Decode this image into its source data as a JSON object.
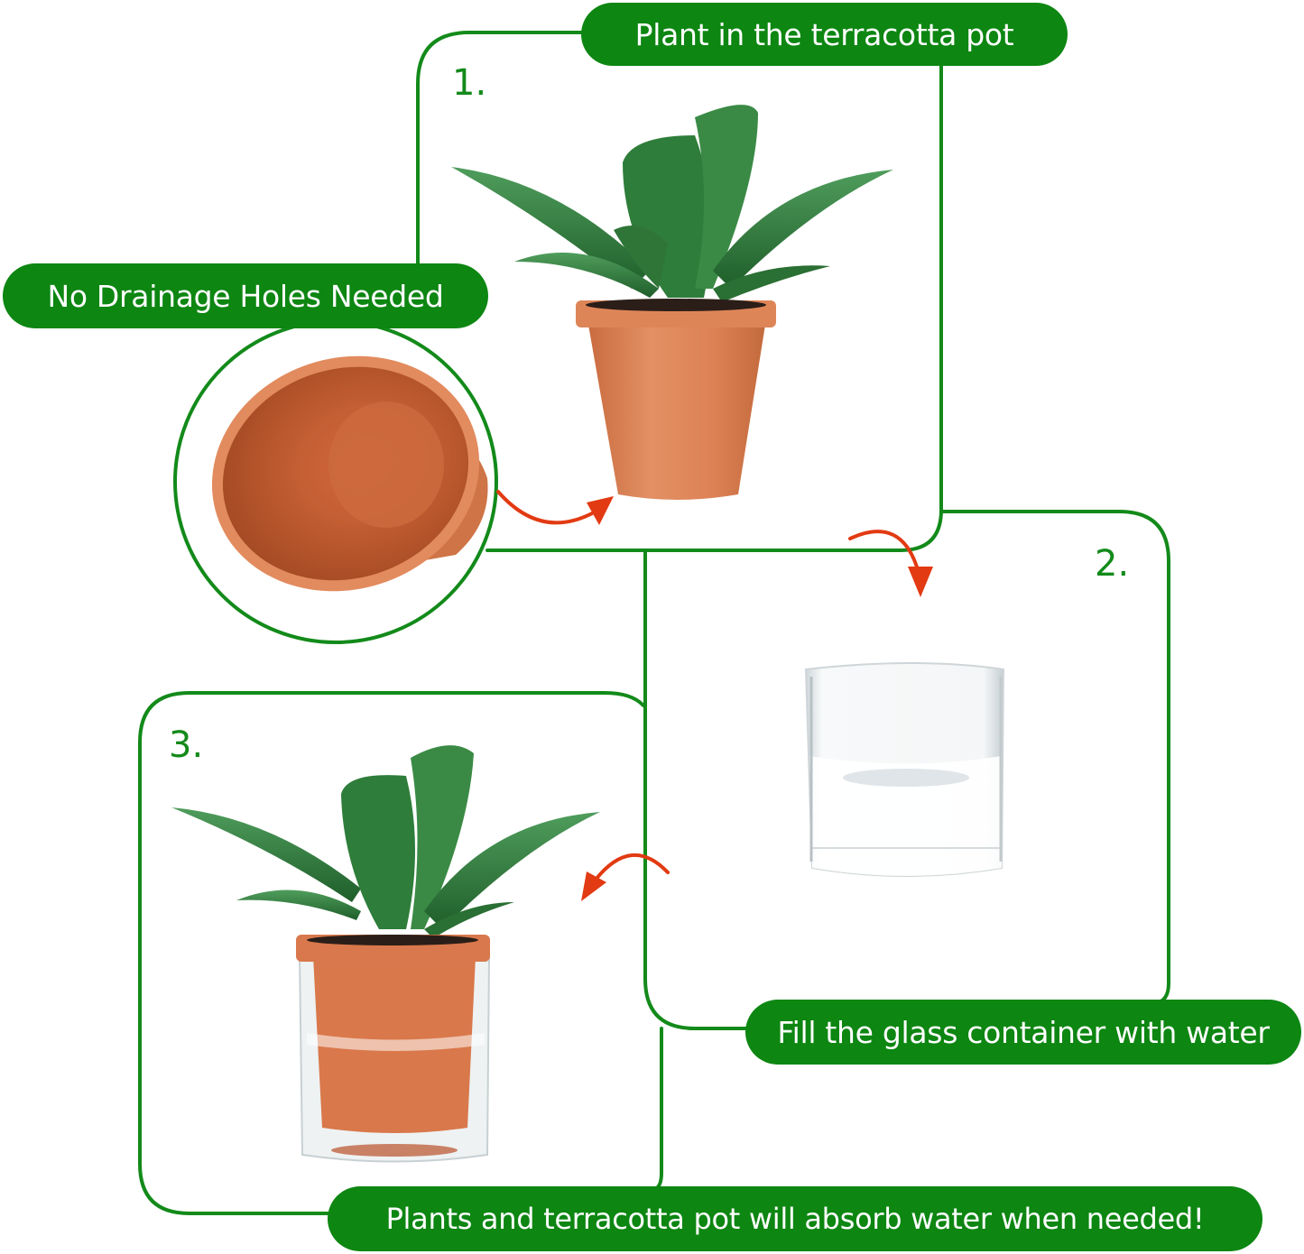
{
  "title": "Self-watering terracotta pot instructions",
  "colors": {
    "green": "#0d8612",
    "border_green": "#138a1a",
    "arrow_red": "#e23a12",
    "terracotta": "#d9784b",
    "terracotta_dark": "#b85a32",
    "leaf_green": "#2f7a3a",
    "glass": "#e9eef0"
  },
  "labels": {
    "plant_in_pot": "Plant in the terracotta pot",
    "no_drainage": "No Drainage Holes Needed",
    "fill_glass": "Fill the glass container with water",
    "absorb_water": "Plants and terracotta pot will absorb water when needed!"
  },
  "steps": [
    {
      "number": "1.",
      "description": "Plant in the terracotta pot",
      "image": "potted-plant"
    },
    {
      "number": "2.",
      "description": "Fill the glass container with water",
      "image": "glass-with-water"
    },
    {
      "number": "3.",
      "description": "Plants and terracotta pot will absorb water when needed!",
      "image": "pot-in-glass"
    }
  ],
  "callout": {
    "text": "No Drainage Holes Needed",
    "image": "empty-terracotta-pot-top-view"
  },
  "arrows": [
    "empty-pot-to-planted-pot",
    "step1-to-step2",
    "step2-to-step3"
  ]
}
